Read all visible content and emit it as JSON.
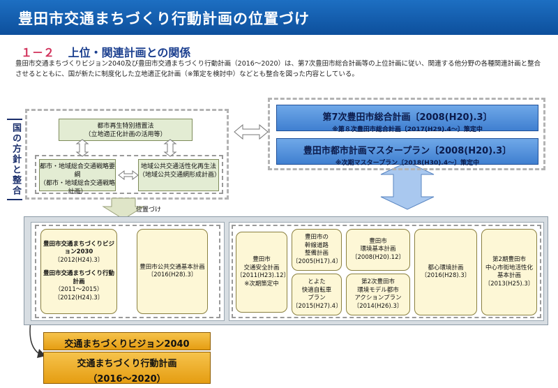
{
  "title": "豊田市交通まちづくり行動計画の位置づけ",
  "section": {
    "number": "１－２",
    "heading": "上位・関連計画との関係"
  },
  "intro": "豊田市交通まちづくりビジョン2040及び豊田市交通まちづくり行動計画（2016～2020）は、第7次豊田市総合計画等の上位計画に従い、関連する他分野の各種関連計画と整合させるとともに、国が新たに制度化した立地適正化計画（※策定を検討中）などとも整合を図った内容としている。",
  "national": {
    "label": "国の方針と整合",
    "box_top": "都市再生特別措置法\n（立地適正化計画の活用等）",
    "box_left": "都市・地域総合交通戦略要綱\n（都市・地域総合交通戦略計画）",
    "box_right": "地域公共交通活性化再生法\n（地域公共交通網形成計画）"
  },
  "upper": {
    "plan1_main": "第7次豊田市総合計画〔2008(H20).3〕",
    "plan1_sub": "※第８次豊田市総合計画〔2017(H29).4～〕策定中",
    "plan2_main": "豊田市都市計画マスタープラン〔2008(H20).3〕",
    "plan2_sub": "※次期マスタープラン〔2018(H30).4～〕策定中"
  },
  "position_label": "位置づけ",
  "transport": {
    "vision_title": "豊田市交通まちづくりビジョン2030",
    "vision_date": "〔2012(H24).3〕",
    "action_title": "豊田市交通まちづくり行動計画",
    "action_period": "（2011～2015）",
    "action_date": "〔2012(H24).3〕",
    "public_transport": "豊田市公共交通基本計画\n〔2016(H28).3〕"
  },
  "related": {
    "safety": "豊田市\n交通安全計画\n〔2011(H23).12〕\n※次期策定中",
    "trunk_road": "豊田市の\n幹線道路\n整備計画\n〔2005(H17).4〕",
    "bicycle": "とよた\n快適自転車\nプラン\n〔2015(H27).4〕",
    "env_basic": "豊田市\n環境基本計画\n〔2008(H20).12〕",
    "env_model": "第2次豊田市\n環境モデル都市\nアクションプラン\n〔2014(H26).3〕",
    "central_city": "都心環境計画\n〔2016(H28).3〕",
    "downtown": "第2期豊田市\n中心市街地活性化\n基本計画\n〔2013(H25).3〕"
  },
  "result": {
    "vision": "交通まちづくりビジョン2040",
    "action": "交通まちづくり行動計画",
    "period": "（2016～2020）"
  },
  "colors": {
    "title_bar": "#1d6fc2",
    "upper_plan": "#4f8fda",
    "national_box": "#e3ecd3",
    "related_box": "#fdf7d6",
    "result_box": "#eead2c"
  }
}
